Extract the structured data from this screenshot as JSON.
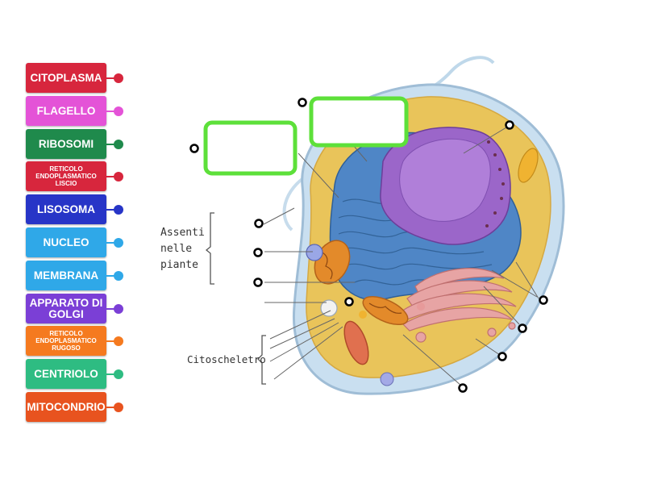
{
  "labels": [
    {
      "text": "CITOPLASMA",
      "color": "#d7263d",
      "size": "big"
    },
    {
      "text": "FLAGELLO",
      "color": "#e453d7",
      "size": "big"
    },
    {
      "text": "RIBOSOMI",
      "color": "#1f8a4c",
      "size": "big"
    },
    {
      "text": "RETICOLO ENDOPLASMATICO LISCIO",
      "color": "#d7263d",
      "size": "small"
    },
    {
      "text": "LISOSOMA",
      "color": "#2735c7",
      "size": "big"
    },
    {
      "text": "NUCLEO",
      "color": "#2fa8e8",
      "size": "big"
    },
    {
      "text": "MEMBRANA",
      "color": "#2fa8e8",
      "size": "big"
    },
    {
      "text": "APPARATO DI GOLGI",
      "color": "#7b3fd6",
      "size": "big"
    },
    {
      "text": "RETICOLO ENDOPLASMATICO RUGOSO",
      "color": "#f57a1f",
      "size": "small"
    },
    {
      "text": "CENTRIOLO",
      "color": "#2ebc82",
      "size": "big"
    },
    {
      "text": "MITOCONDRIO",
      "color": "#e8531f",
      "size": "big"
    }
  ],
  "annotations": {
    "absent_line1": "Assenti",
    "absent_line2": "nelle",
    "absent_line3": "piante",
    "cytoskeleton": "Citoscheletro"
  },
  "colors": {
    "answer_box": "#5de03a",
    "cytoplasm": "#e9c45a",
    "er": "#4f86c6",
    "nucleus": "#9b66c9",
    "golgi": "#e79a9a",
    "mitochondria": "#e38a2a"
  }
}
